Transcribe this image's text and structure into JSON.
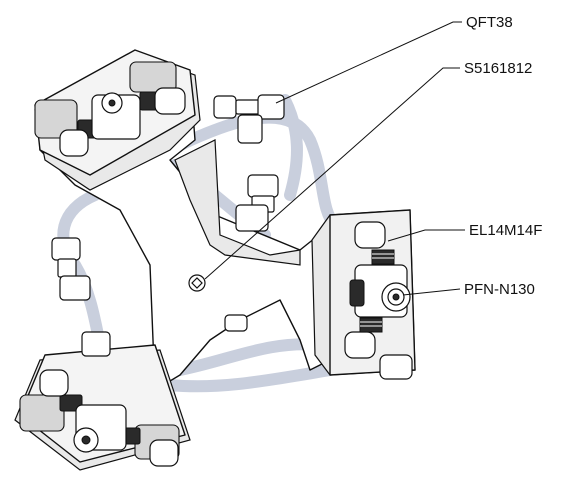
{
  "diagram": {
    "callouts": [
      {
        "id": "qft38",
        "label": "QFT38"
      },
      {
        "id": "s5161812",
        "label": "S5161812"
      },
      {
        "id": "el14m14f",
        "label": "EL14M14F"
      },
      {
        "id": "pfn-n130",
        "label": "PFN-N130"
      }
    ],
    "colors": {
      "line": "#111111",
      "tubing": "#c9cfdd",
      "shading": "#e9e9e9",
      "background": "#ffffff"
    }
  }
}
